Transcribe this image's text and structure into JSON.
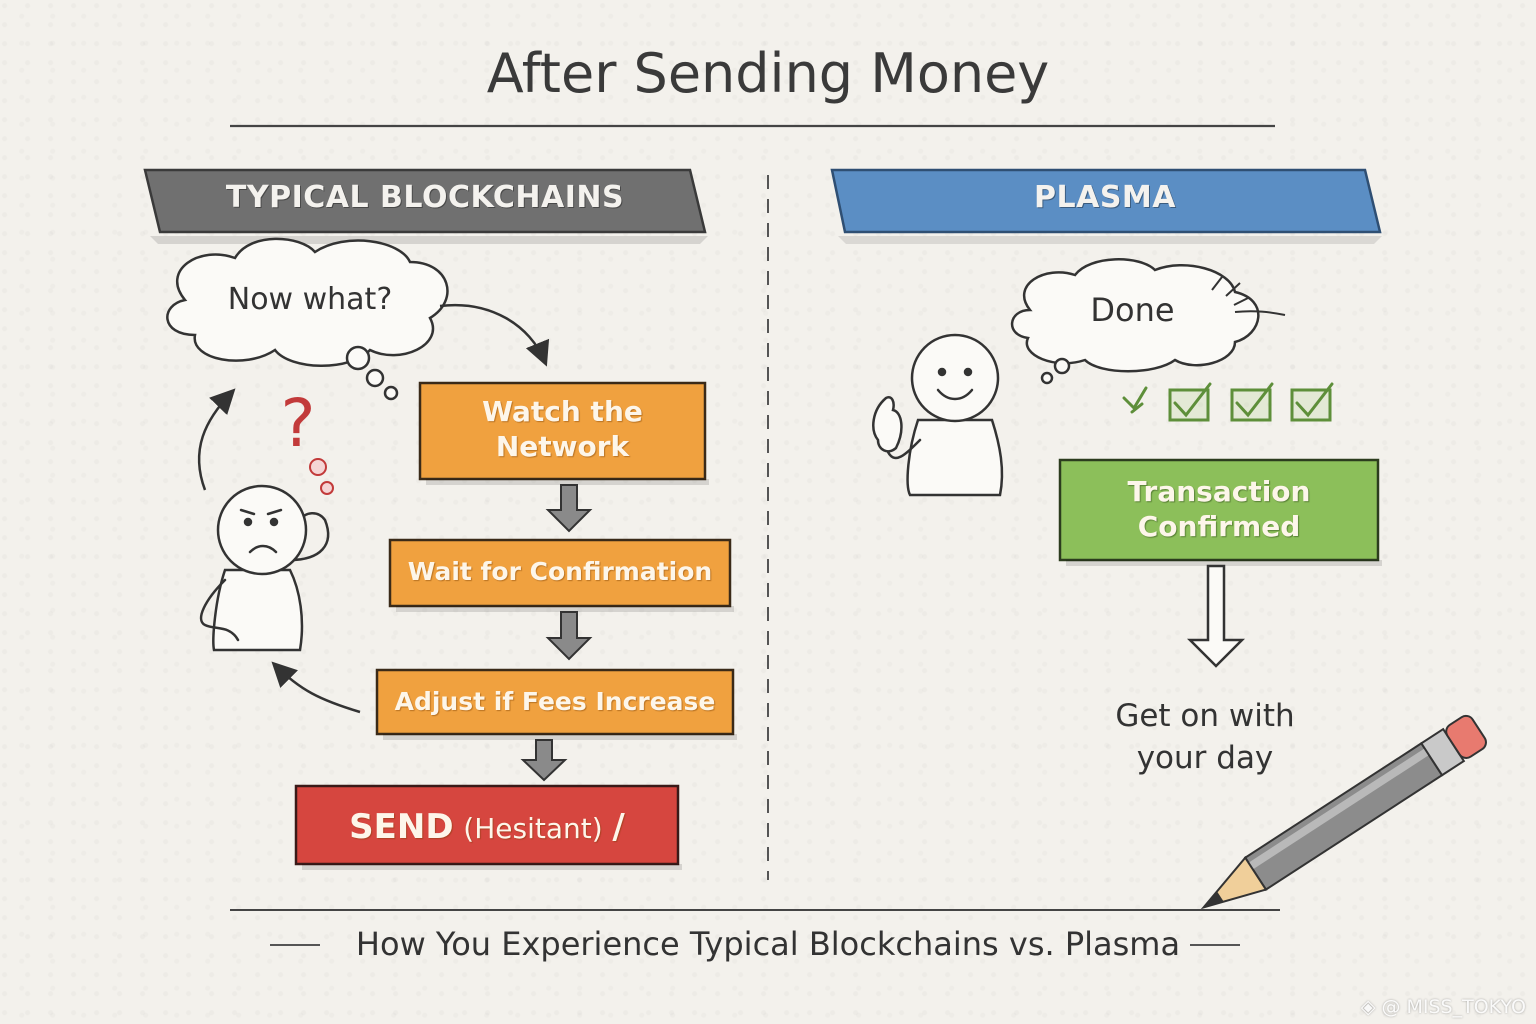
{
  "title": "After Sending Money",
  "left_panel": {
    "banner": "TYPICAL BLOCKCHAINS",
    "thought": "Now what?",
    "question_mark": "?",
    "steps": [
      "Watch the\nNetwork",
      "Wait for Confirmation",
      "Adjust if Fees Increase"
    ],
    "send_main": "SEND",
    "send_sub": "(Hesitant)",
    "send_mark": "/"
  },
  "right_panel": {
    "banner": "PLASMA",
    "thought": "Done",
    "status_box": "Transaction\nConfirmed",
    "outcome": "Get on with\nyour day"
  },
  "caption": "How You Experience Typical Blockchains vs. Plasma",
  "watermark": "◈ @ MISS_TOKYO",
  "colors": {
    "banner_gray": "#6d6d6d",
    "banner_blue": "#5b8ec4",
    "step_orange": "#f0a13f",
    "send_red": "#d6463f",
    "confirm_green": "#8cbf5a",
    "check_green": "#5e8f3a",
    "ink": "#333333"
  }
}
